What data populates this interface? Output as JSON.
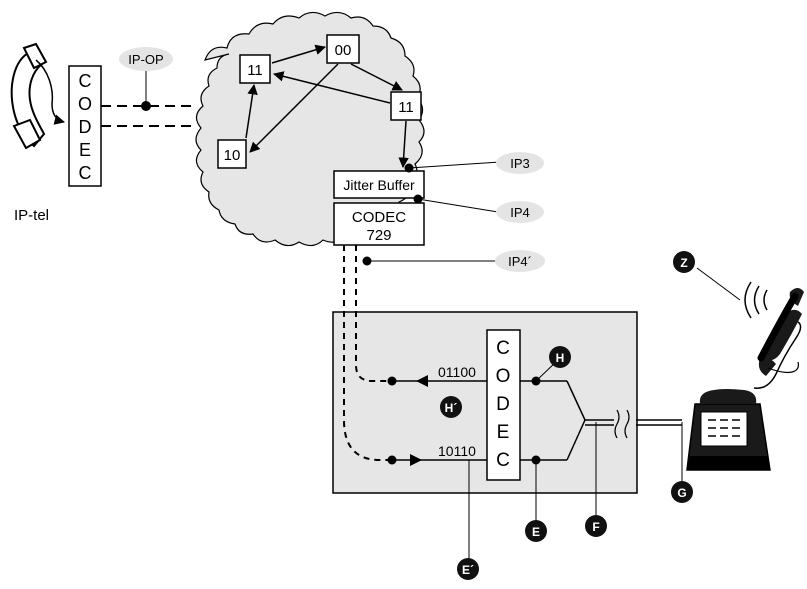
{
  "ip_tel": {
    "codec_letters": [
      "C",
      "O",
      "D",
      "E",
      "C"
    ],
    "label": "IP-tel",
    "ip_op_label": "IP-OP"
  },
  "network": {
    "nodes": [
      "11",
      "00",
      "11",
      "10"
    ],
    "jitter_buffer": "Jitter Buffer",
    "codec_line1": "CODEC",
    "codec_line2": "729",
    "ip3": "IP3",
    "ip4": "IP4",
    "ip4_prime": "IP4´"
  },
  "gateway": {
    "codec_letters": [
      "C",
      "O",
      "D",
      "E",
      "C"
    ],
    "bits_out": "01100",
    "bits_in": "10110"
  },
  "badges": {
    "H": "H",
    "H_prime": "H´",
    "E": "E",
    "E_prime": "E´",
    "F": "F",
    "G": "G",
    "Z": "Z"
  },
  "colors": {
    "cloud_fill": "#e6e6e6",
    "gateway_fill": "#e6e6e6",
    "pill_fill": "#e4e4e4",
    "badge_fill": "#111111"
  }
}
